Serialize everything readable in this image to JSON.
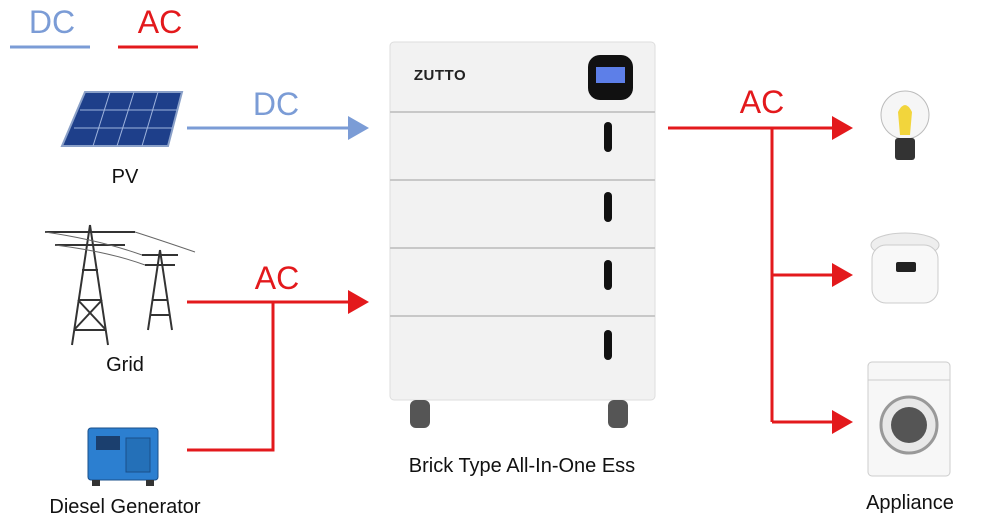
{
  "legend": {
    "dc": "DC",
    "ac": "AC"
  },
  "colors": {
    "dc": "#7b9cd6",
    "ac": "#e3191c"
  },
  "sources": {
    "pv": "PV",
    "grid": "Grid",
    "diesel": "Diesel Generator"
  },
  "arrows": {
    "pv_dc": "DC",
    "grid_ac": "AC",
    "out_ac": "AC"
  },
  "ess": {
    "brand": "ZUTTO",
    "caption": "Brick Type All-In-One Ess"
  },
  "load": {
    "label": "Appliance"
  }
}
